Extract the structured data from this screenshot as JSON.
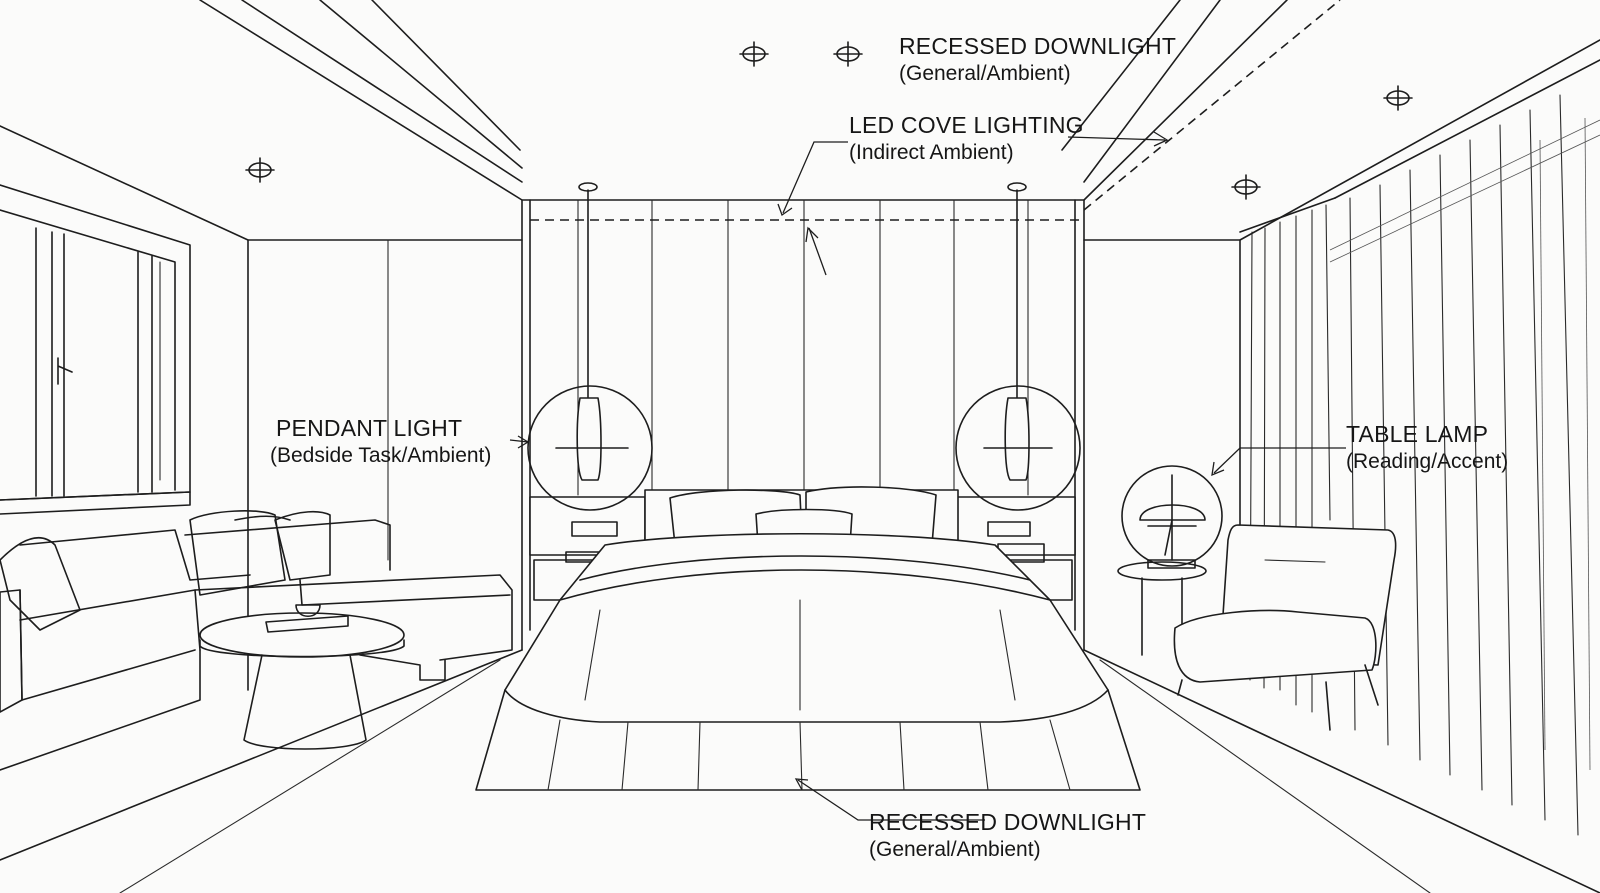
{
  "labels": {
    "recessed_top": {
      "title": "RECESSED DOWNLIGHT",
      "subtitle": "(General/Ambient)"
    },
    "led_cove": {
      "title": "LED COVE LIGHTING",
      "subtitle": "(Indirect Ambient)"
    },
    "pendant": {
      "title": "PENDANT LIGHT",
      "subtitle": "(Bedside Task/Ambient)"
    },
    "table_lamp": {
      "title": "TABLE LAMP",
      "subtitle": "(Reading/Accent)"
    },
    "recessed_bottom": {
      "title": "RECESSED DOWNLIGHT",
      "subtitle": "(General/Ambient)"
    }
  }
}
